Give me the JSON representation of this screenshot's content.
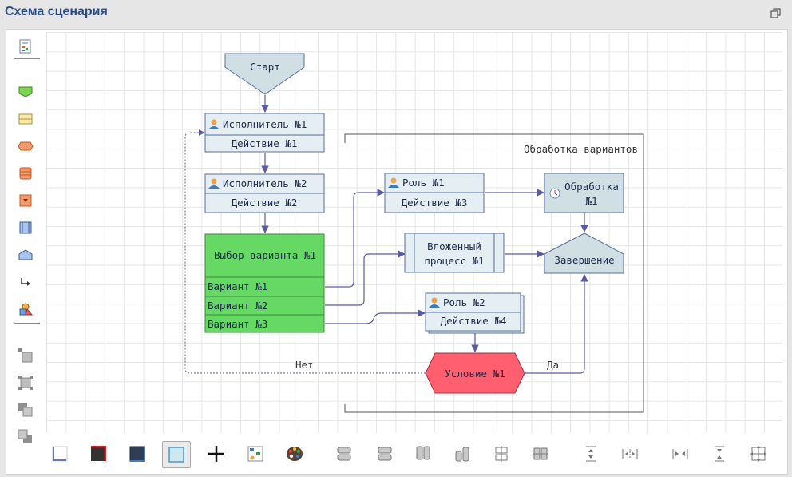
{
  "header": {
    "title": "Схема сценария"
  },
  "diagram": {
    "start": "Старт",
    "executor1": {
      "role": "Исполнитель №1",
      "action": "Действие №1"
    },
    "executor2": {
      "role": "Исполнитель №2",
      "action": "Действие №2"
    },
    "choice": {
      "title": "Выбор варианта №1",
      "options": [
        "Вариант №1",
        "Вариант №2",
        "Вариант №3"
      ]
    },
    "role1": {
      "role": "Роль №1",
      "action": "Действие №3"
    },
    "nested": {
      "line1": "Вложенный",
      "line2": "процесс №1"
    },
    "role2": {
      "role": "Роль №2",
      "action": "Действие №4"
    },
    "processing": {
      "line1": "Обработка",
      "line2": "№1"
    },
    "finish": "Завершение",
    "condition": "Условие №1",
    "label_no": "Нет",
    "label_yes": "Да",
    "group_label": "Обработка вариантов"
  },
  "colors": {
    "shape_fill": "#e4eef3",
    "shape_stroke": "#5a6f9c",
    "choice_fill": "#66d964",
    "condition_fill": "#ff5f6e",
    "processing_fill": "#cfdfe4",
    "connector": "#5a5a9e",
    "title": "#2b4a8a"
  },
  "sidebar": {
    "tools": [
      "properties-icon",
      "start-shape-icon",
      "action-shape-icon",
      "event-shape-icon",
      "list-shape-icon",
      "subprocess-shape-icon",
      "nested-shape-icon",
      "finish-shape-icon",
      "connector-icon",
      "palette-object-icon",
      "align-tl-icon",
      "align-tr-icon",
      "align-bl-icon",
      "align-br-icon"
    ]
  },
  "toolbar": {
    "buttons": [
      "style-plain-icon",
      "style-red-icon",
      "style-dark-icon",
      "style-light-icon",
      "add-icon",
      "layout-icon",
      "palette-icon",
      "align-left-icon",
      "align-right-icon",
      "align-top-icon",
      "align-bottom-icon",
      "align-center-h-icon",
      "align-center-v-icon",
      "distribute-v-icon",
      "distribute-h-icon",
      "space-h-icon",
      "space-v-icon",
      "fit-icon"
    ]
  }
}
